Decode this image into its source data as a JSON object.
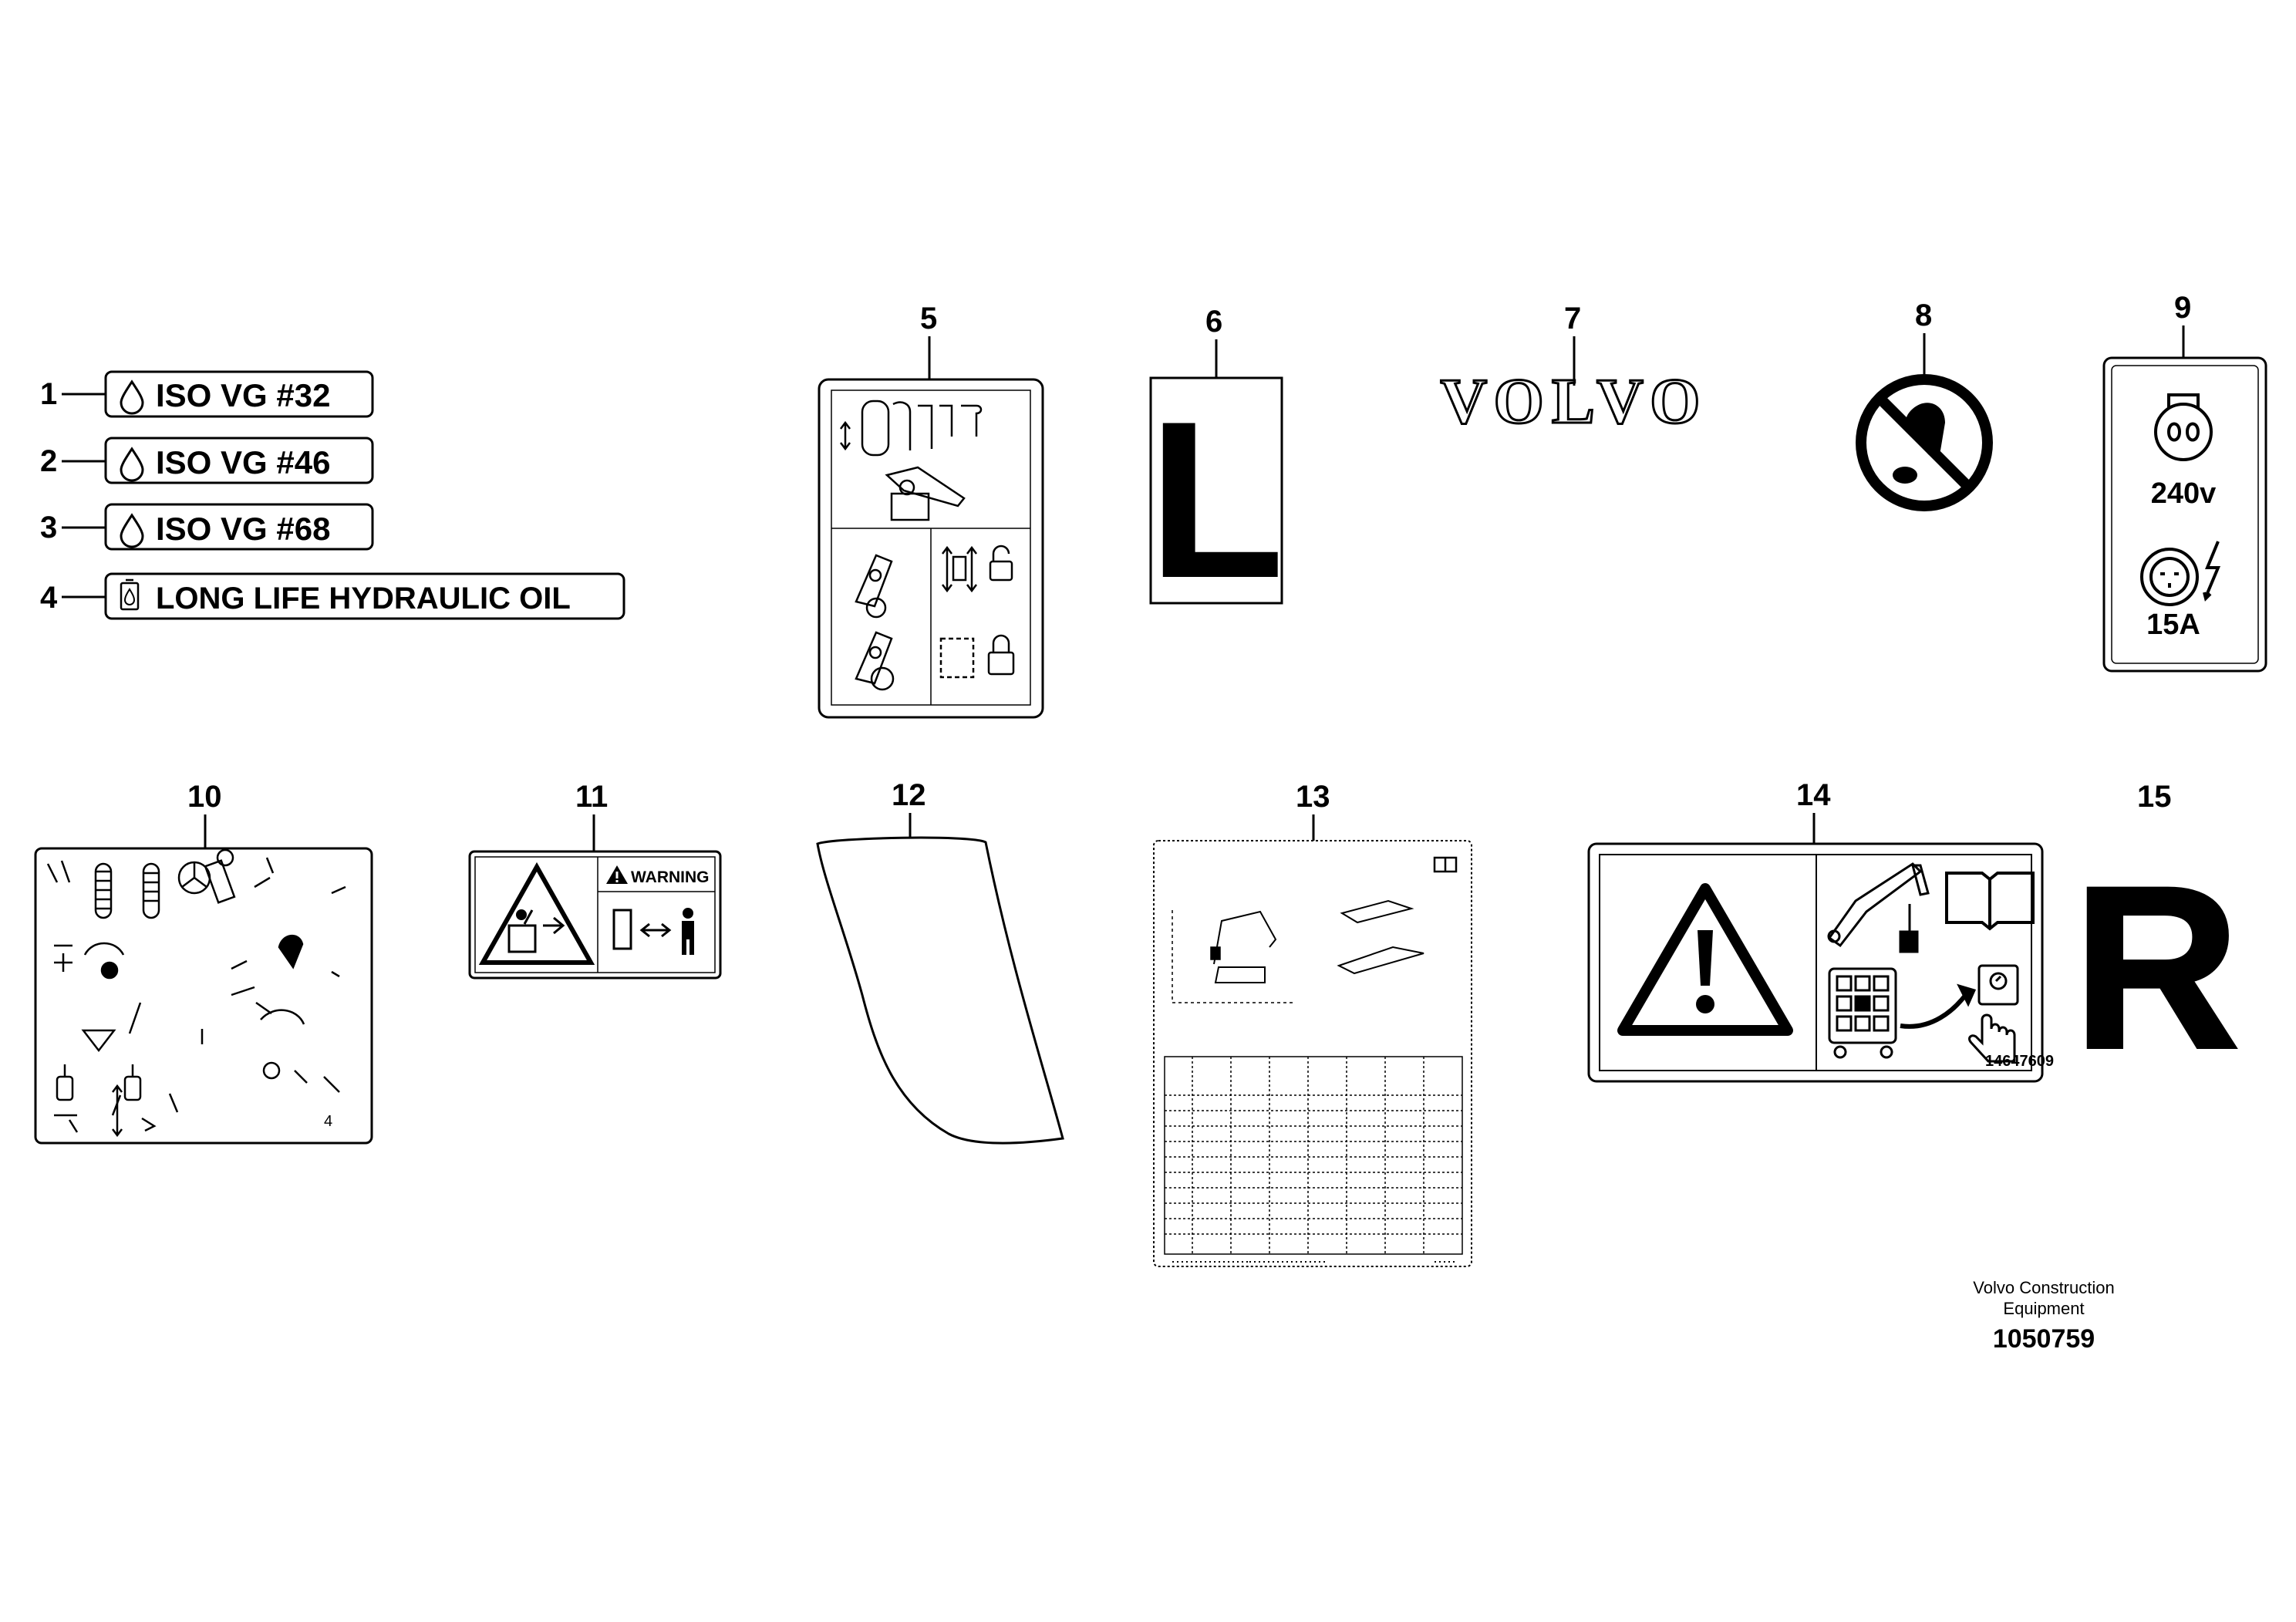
{
  "callouts": [
    "1",
    "2",
    "3",
    "4",
    "5",
    "6",
    "7",
    "8",
    "9",
    "10",
    "11",
    "12",
    "13",
    "14",
    "15"
  ],
  "labels": {
    "oil_32": "ISO VG #32",
    "oil_46": "ISO VG #46",
    "oil_68": "ISO VG #68",
    "long_life": "LONG LIFE HYDRAULIC OIL"
  },
  "decal6_letter": "L",
  "decal7_brand": "VOLVO",
  "decal9": {
    "voltage": "240v",
    "current": "15A"
  },
  "decal11_heading": "WARNING",
  "decal15_letter": "R",
  "reference": {
    "company_line1": "Volvo Construction",
    "company_line2": "Equipment",
    "figure_number": "1050759"
  },
  "colors": {
    "ink": "#000000",
    "paper": "#ffffff"
  }
}
